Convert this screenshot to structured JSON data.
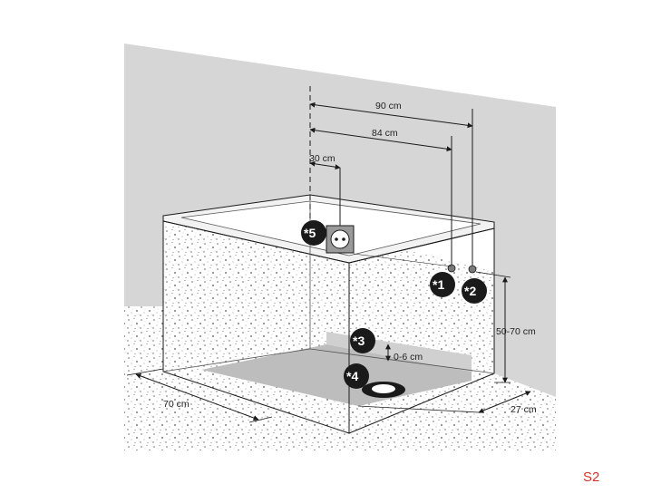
{
  "colors": {
    "wall": "#d6d6d6",
    "floor_speckle": "#8a8a8a",
    "tray": "#b8b8b8",
    "line": "#1a1a1a",
    "callout": "#1a1a1a",
    "page_label": "#d0342c"
  },
  "dimensions": {
    "d90": "90 cm",
    "d84": "84 cm",
    "d30": "30 cm",
    "d5070": "50-70 cm",
    "d06": "0-6 cm",
    "d70": "70 cm",
    "d27": "27 cm"
  },
  "callouts": {
    "c1": "*1",
    "c2": "*2",
    "c3": "*3",
    "c4": "*4",
    "c5": "*5"
  },
  "icons": {
    "socket": "power-socket-icon",
    "drain": "floor-drain-icon",
    "connector": "water-connection-point-icon"
  },
  "page_label": "S2"
}
